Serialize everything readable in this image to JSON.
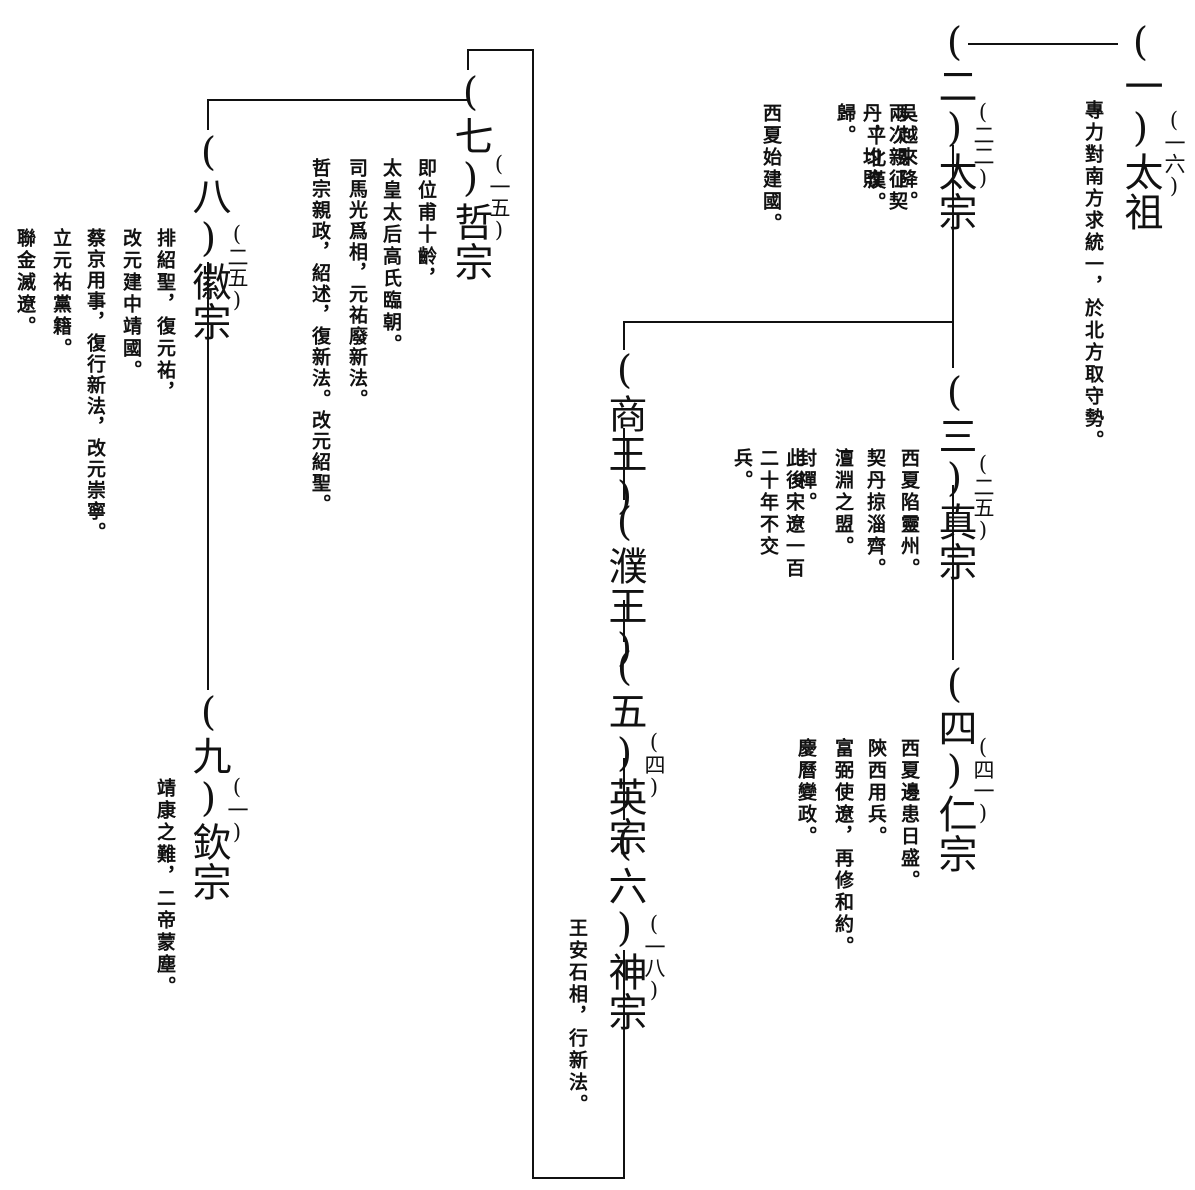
{
  "emperors": {
    "taizu": {
      "name": "(一)太祖",
      "reign": "(一六)",
      "notes": [
        "專力對南方求統一，於北方取守勢。"
      ]
    },
    "taizong": {
      "name": "(二)太宗",
      "reign": "(二二)",
      "notes": [
        "吳越來降。",
        "平北漢。",
        "兩次親征契丹，均敗歸。",
        "西夏始建國。"
      ]
    },
    "zhenzong": {
      "name": "(三)真宗",
      "reign": "(二五)",
      "notes": [
        "西夏陷靈州。",
        "契丹掠淄齊。",
        "澶淵之盟。",
        "封禪。",
        "此後宋遼一百二十年不交兵。"
      ]
    },
    "renzong": {
      "name": "(四)仁宗",
      "reign": "(四一)",
      "notes": [
        "西夏邊患日盛。",
        "陝西用兵。",
        "富弼使遼，再修和約。",
        "慶曆變政。"
      ]
    },
    "shangwang": {
      "name": "(商王)"
    },
    "puwang": {
      "name": "(濮王)"
    },
    "yingzong": {
      "name": "(五)英宗",
      "reign": "(四)"
    },
    "shenzong": {
      "name": "(六)神宗",
      "reign": "(一八)",
      "notes": [
        "王安石相，行新法。"
      ]
    },
    "zhezong": {
      "name": "(七)哲宗",
      "reign": "(一五)",
      "notes": [
        "即位甫十齡，",
        "太皇太后高氏臨朝。",
        "司馬光爲相，元祐廢新法。",
        "哲宗親政，紹述，復新法。改元紹聖。"
      ]
    },
    "huizong": {
      "name": "(八)徽宗",
      "reign": "(二五)",
      "notes": [
        "排紹聖，復元祐，",
        "改元建中靖國。",
        "蔡京用事，復行新法，改元崇寧。",
        "立元祐黨籍。",
        "聯金滅遼。"
      ]
    },
    "qinzong": {
      "name": "(九)欽宗",
      "reign": "(一)",
      "notes": [
        "靖康之難，二帝蒙塵。"
      ]
    }
  }
}
